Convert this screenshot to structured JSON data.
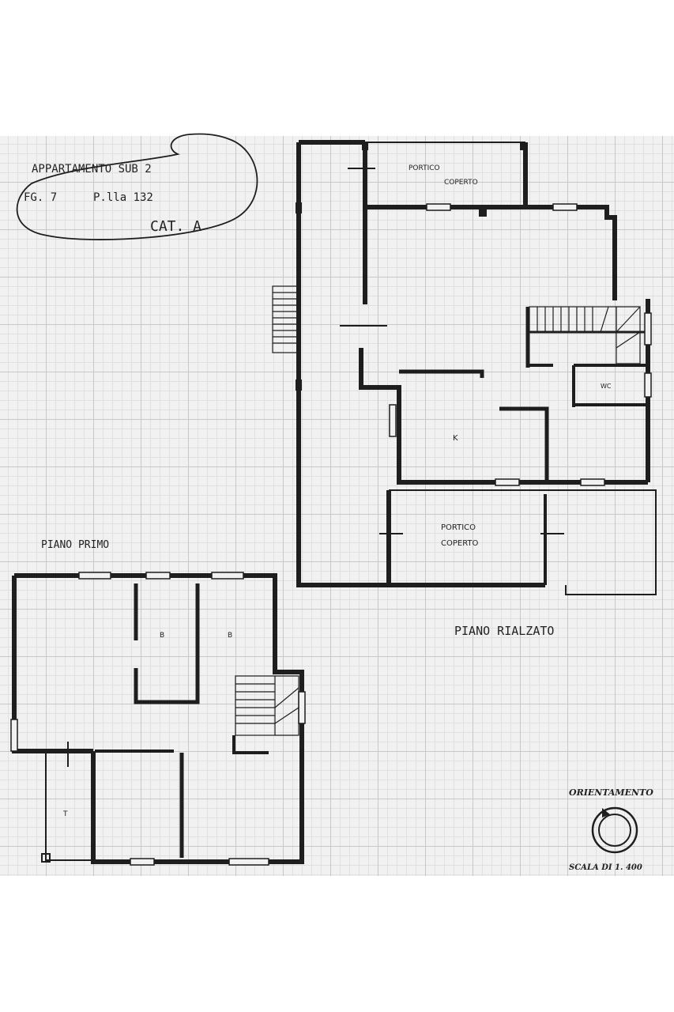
{
  "header": {
    "line1": "APPARTAMENTO SUB 2",
    "foglio": "FG. 7",
    "particella": "P.lla 132",
    "categoria": "CAT. A"
  },
  "ground_floor": {
    "title": "PIANO RIALZATO",
    "portico_top_line1": "PORTICO",
    "portico_top_line2": "COPERTO",
    "portico_bottom_line1": "PORTICO",
    "portico_bottom_line2": "COPERTO",
    "kitchen": "K",
    "wc": "WC"
  },
  "first_floor": {
    "title": "PIANO PRIMO",
    "bath1": "B",
    "bath2": "B",
    "terrace": "T"
  },
  "orientation": {
    "label": "ORIENTAMENTO",
    "scale": "SCALA DI 1. 400"
  },
  "colors": {
    "ink": "#1e1e1e",
    "paper": "#f1f1f1",
    "grid": "#c8c8c8"
  }
}
